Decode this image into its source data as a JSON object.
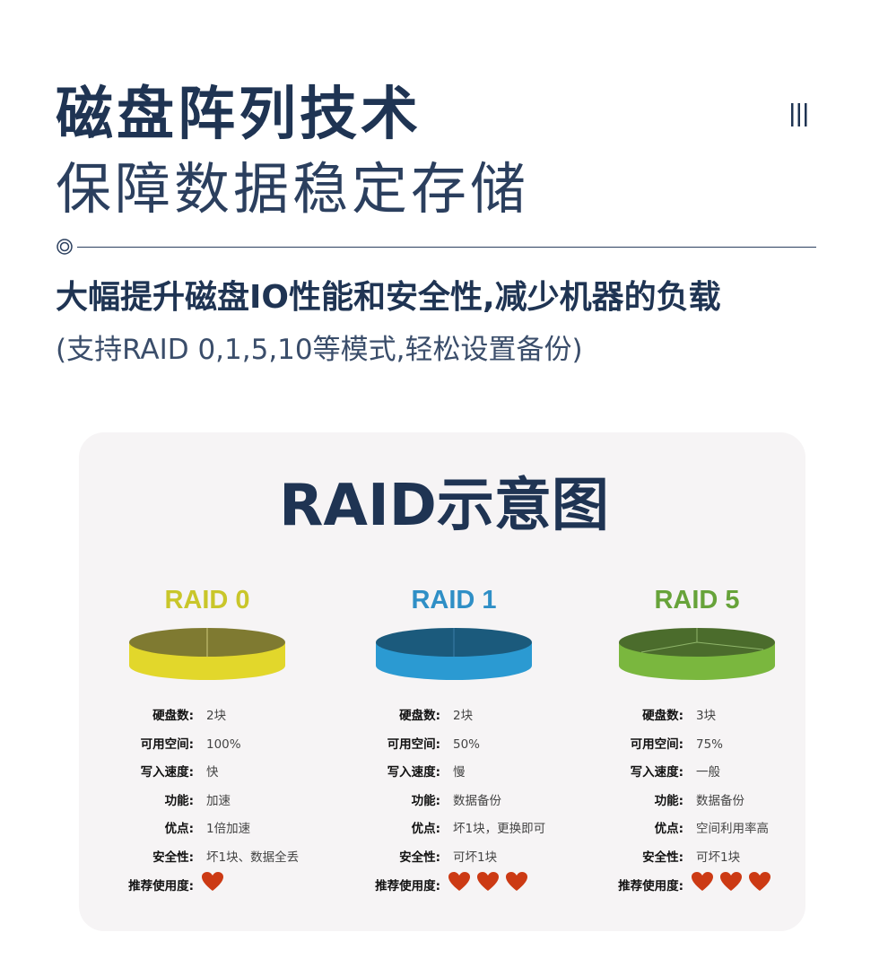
{
  "header": {
    "title": "磁盘阵列技术",
    "subtitle": "保障数据稳定存储",
    "menu_icon": "menu-bars-icon",
    "divider_icon": "circle-target-icon"
  },
  "intro": {
    "headline": "大幅提升磁盘IO性能和安全性,减少机器的负载",
    "note": "(支持RAID 0,1,5,10等模式,轻松设置备份)"
  },
  "diagram": {
    "title": "RAID示意图",
    "labels": {
      "disks": "硬盘数:",
      "space": "可用空间:",
      "write": "写入速度:",
      "function": "功能:",
      "advantage": "优点:",
      "safety": "安全性:",
      "recommend": "推荐使用度:"
    },
    "raids": [
      {
        "name": "RAID 0",
        "color": "#c9c62a",
        "top_color": "#7f7a31",
        "side_color": "#e2d72b",
        "slices": 2,
        "disks": "2块",
        "space": "100%",
        "write": "快",
        "function": "加速",
        "advantage": "1倍加速",
        "safety": "坏1块、数据全丢",
        "recommend": 1
      },
      {
        "name": "RAID 1",
        "color": "#2f8fc6",
        "top_color": "#1b5a7c",
        "side_color": "#2b9ad2",
        "slices": 2,
        "disks": "2块",
        "space": "50%",
        "write": "慢",
        "function": "数据备份",
        "advantage": "坏1块，更换即可",
        "safety": "可坏1块",
        "recommend": 3
      },
      {
        "name": "RAID 5",
        "color": "#67a33a",
        "top_color": "#4b6c2c",
        "side_color": "#7ab73e",
        "slices": 3,
        "disks": "3块",
        "space": "75%",
        "write": "一般",
        "function": "数据备份",
        "advantage": "空间利用率高",
        "safety": "可坏1块",
        "recommend": 3
      }
    ],
    "heart_color": "#cc3a14",
    "heart_icon": "heart-icon"
  }
}
